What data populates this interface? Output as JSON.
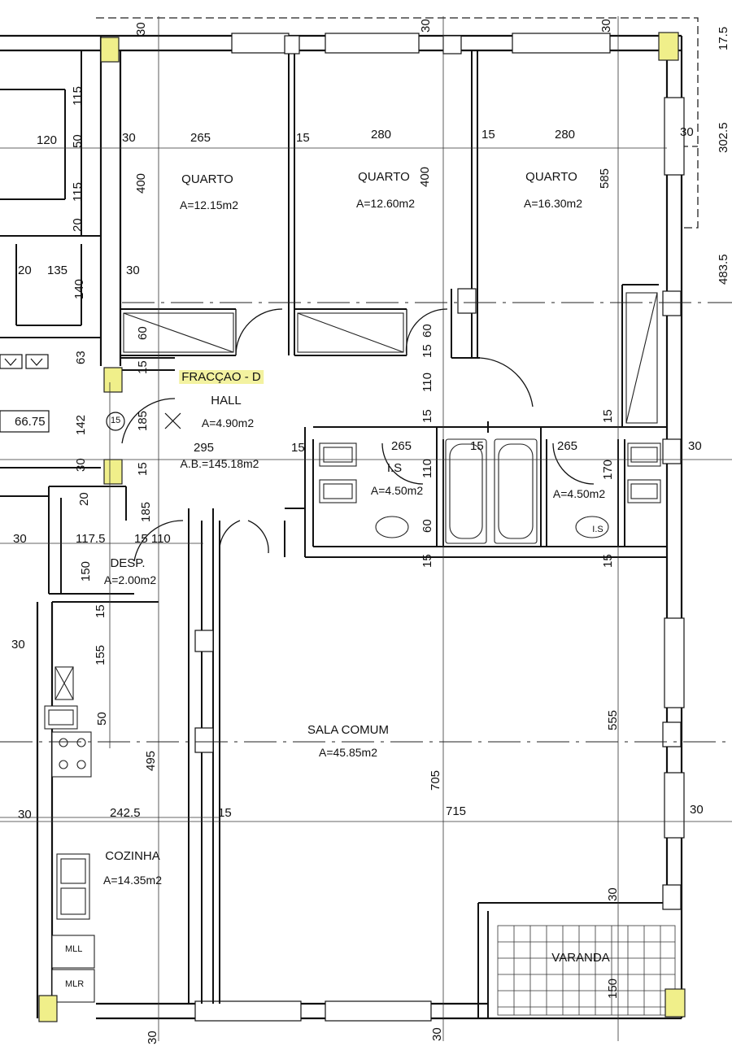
{
  "fraction": "FRACÇAO - D",
  "highlight_color": "#f3f2a0",
  "column_color": "#f0ef8a",
  "rooms": {
    "quarto1": {
      "name": "QUARTO",
      "area": "A=12.15m2"
    },
    "quarto2": {
      "name": "QUARTO",
      "area": "A=12.60m2"
    },
    "quarto3": {
      "name": "QUARTO",
      "area": "A=16.30m2"
    },
    "hall": {
      "name": "HALL",
      "area": "A=4.90m2",
      "gross": "A.B.=145.18m2"
    },
    "is1": {
      "name": "I.S",
      "area": "A=4.50m2"
    },
    "is2": {
      "name": "I.S",
      "area": "A=4.50m2"
    },
    "desp": {
      "name": "DESP.",
      "area": "A=2.00m2"
    },
    "sala": {
      "name": "SALA COMUM",
      "area": "A=45.85m2"
    },
    "cozinha": {
      "name": "COZINHA",
      "area": "A=14.35m2"
    },
    "varanda": {
      "name": "VARANDA"
    }
  },
  "appliances": {
    "mll": "MLL",
    "mlr": "MLR"
  },
  "marker": "15",
  "neighbor_area": "66.75",
  "dims": {
    "d265a": "265",
    "d280a": "280",
    "d280b": "280",
    "d15a": "15",
    "d15b": "15",
    "d30a": "30",
    "d30b": "30",
    "d295": "295",
    "d15c": "15",
    "d265b": "265",
    "d15d": "15",
    "d265c": "265",
    "d30c": "30",
    "d120": "120",
    "d135": "135",
    "d20a": "20",
    "d30d": "30",
    "d117_5": "117.5",
    "d15_110": "15 110",
    "d30e": "30",
    "d242_5": "242.5",
    "d15e": "15",
    "d715": "715",
    "d30f": "30",
    "d30g": "30",
    "d30h": "30",
    "v30top1": "30",
    "v30top2": "30",
    "v30top3": "30",
    "v115a": "115",
    "v50a": "50",
    "v115b": "115",
    "v20a": "20",
    "v400a": "400",
    "v400b": "400",
    "v585": "585",
    "v140": "140",
    "v60a": "60",
    "v63": "63",
    "v15a": "15",
    "v142": "142",
    "v185a": "185",
    "v30b": "30",
    "v15b": "15",
    "v20b": "20",
    "v185b": "185",
    "v60b": "60",
    "v15c": "15",
    "v110a": "110",
    "v15d": "15",
    "v110b": "110",
    "v60c": "60",
    "v15e": "15",
    "v15f": "15",
    "v170": "170",
    "v15g": "15",
    "v150a": "150",
    "v15h": "15",
    "v155": "155",
    "v50b": "50",
    "v495": "495",
    "v705": "705",
    "v555": "555",
    "v30c": "30",
    "v150b": "150",
    "v30bot1": "30",
    "v30bot2": "30",
    "r17_5": "17.5",
    "r302_5": "302.5",
    "r483_5": "483.5"
  }
}
